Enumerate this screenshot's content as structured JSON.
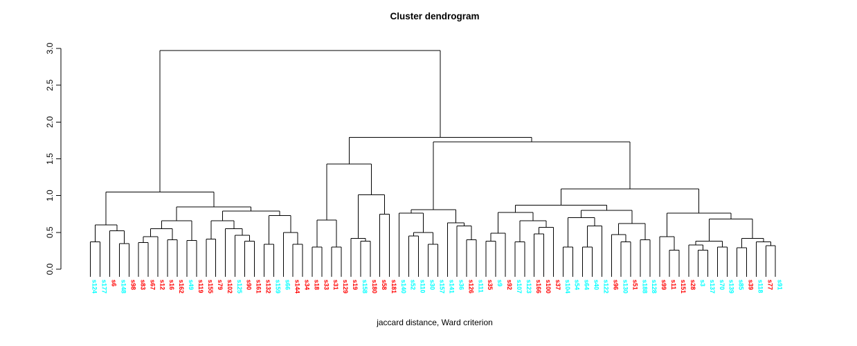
{
  "chart_data": {
    "type": "dendrogram",
    "title": "Cluster dendrogram",
    "xlabel": "jaccard distance, Ward criterion",
    "ylabel": "",
    "ylim": [
      0.0,
      3.0
    ],
    "y_ticks": [
      "0.0",
      "0.5",
      "1.0",
      "1.5",
      "2.0",
      "2.5",
      "3.0"
    ],
    "grid": false,
    "line_color": "#000000",
    "colors": {
      "cluster_a": "#00ffff",
      "cluster_b": "#ff0000"
    },
    "leaves": [
      {
        "label": "s124",
        "color": "#00ffff"
      },
      {
        "label": "s177",
        "color": "#00ffff"
      },
      {
        "label": "s6",
        "color": "#ff0000"
      },
      {
        "label": "s148",
        "color": "#00ffff"
      },
      {
        "label": "s98",
        "color": "#ff0000"
      },
      {
        "label": "s83",
        "color": "#ff0000"
      },
      {
        "label": "s67",
        "color": "#ff0000"
      },
      {
        "label": "s12",
        "color": "#ff0000"
      },
      {
        "label": "s16",
        "color": "#ff0000"
      },
      {
        "label": "s162",
        "color": "#ff0000"
      },
      {
        "label": "s49",
        "color": "#00ffff"
      },
      {
        "label": "s119",
        "color": "#ff0000"
      },
      {
        "label": "s155",
        "color": "#ff0000"
      },
      {
        "label": "s79",
        "color": "#ff0000"
      },
      {
        "label": "s102",
        "color": "#ff0000"
      },
      {
        "label": "s125",
        "color": "#00ffff"
      },
      {
        "label": "s90",
        "color": "#ff0000"
      },
      {
        "label": "s161",
        "color": "#ff0000"
      },
      {
        "label": "s132",
        "color": "#ff0000"
      },
      {
        "label": "s159",
        "color": "#00ffff"
      },
      {
        "label": "s66",
        "color": "#00ffff"
      },
      {
        "label": "s144",
        "color": "#ff0000"
      },
      {
        "label": "s34",
        "color": "#ff0000"
      },
      {
        "label": "s18",
        "color": "#ff0000"
      },
      {
        "label": "s33",
        "color": "#ff0000"
      },
      {
        "label": "s31",
        "color": "#ff0000"
      },
      {
        "label": "s129",
        "color": "#ff0000"
      },
      {
        "label": "s19",
        "color": "#ff0000"
      },
      {
        "label": "s158",
        "color": "#00ffff"
      },
      {
        "label": "s180",
        "color": "#ff0000"
      },
      {
        "label": "s58",
        "color": "#ff0000"
      },
      {
        "label": "s181",
        "color": "#ff0000"
      },
      {
        "label": "s140",
        "color": "#00ffff"
      },
      {
        "label": "s52",
        "color": "#00ffff"
      },
      {
        "label": "s110",
        "color": "#00ffff"
      },
      {
        "label": "s30",
        "color": "#00ffff"
      },
      {
        "label": "s157",
        "color": "#00ffff"
      },
      {
        "label": "s141",
        "color": "#00ffff"
      },
      {
        "label": "s36",
        "color": "#00ffff"
      },
      {
        "label": "s126",
        "color": "#ff0000"
      },
      {
        "label": "s111",
        "color": "#00ffff"
      },
      {
        "label": "s35",
        "color": "#ff0000"
      },
      {
        "label": "s9",
        "color": "#00ffff"
      },
      {
        "label": "s92",
        "color": "#ff0000"
      },
      {
        "label": "s107",
        "color": "#00ffff"
      },
      {
        "label": "s123",
        "color": "#00ffff"
      },
      {
        "label": "s166",
        "color": "#ff0000"
      },
      {
        "label": "s100",
        "color": "#ff0000"
      },
      {
        "label": "s37",
        "color": "#ff0000"
      },
      {
        "label": "s104",
        "color": "#00ffff"
      },
      {
        "label": "s54",
        "color": "#00ffff"
      },
      {
        "label": "s64",
        "color": "#00ffff"
      },
      {
        "label": "s40",
        "color": "#00ffff"
      },
      {
        "label": "s122",
        "color": "#00ffff"
      },
      {
        "label": "s96",
        "color": "#ff0000"
      },
      {
        "label": "s130",
        "color": "#00ffff"
      },
      {
        "label": "s51",
        "color": "#ff0000"
      },
      {
        "label": "s188",
        "color": "#00ffff"
      },
      {
        "label": "s128",
        "color": "#00ffff"
      },
      {
        "label": "s99",
        "color": "#ff0000"
      },
      {
        "label": "s11",
        "color": "#ff0000"
      },
      {
        "label": "s151",
        "color": "#ff0000"
      },
      {
        "label": "s28",
        "color": "#ff0000"
      },
      {
        "label": "s3",
        "color": "#00ffff"
      },
      {
        "label": "s137",
        "color": "#00ffff"
      },
      {
        "label": "s70",
        "color": "#00ffff"
      },
      {
        "label": "s139",
        "color": "#00ffff"
      },
      {
        "label": "s85",
        "color": "#00ffff"
      },
      {
        "label": "s39",
        "color": "#ff0000"
      },
      {
        "label": "s118",
        "color": "#00ffff"
      },
      {
        "label": "s77",
        "color": "#ff0000"
      },
      {
        "label": "s91",
        "color": "#00ffff"
      }
    ],
    "tree": [
      2.97,
      [
        1.05,
        [
          0.6,
          [
            0.37,
            "s124",
            "s177"
          ],
          [
            0.52,
            "s6",
            [
              0.35,
              "s148",
              "s98"
            ]
          ]
        ],
        [
          0.845,
          [
            0.66,
            [
              0.55,
              [
                0.44,
                [
                  0.36,
                  "s83",
                  "s67"
                ],
                "s12"
              ],
              [
                0.4,
                "s16",
                "s162"
              ]
            ],
            [
              0.39,
              "s49",
              "s119"
            ]
          ],
          [
            0.79,
            [
              0.66,
              [
                0.41,
                "s155",
                "s79"
              ],
              [
                0.55,
                "s102",
                [
                  0.46,
                  "s125",
                  [
                    0.38,
                    "s90",
                    "s161"
                  ]
                ]
              ]
            ],
            [
              0.73,
              [
                0.34,
                "s132",
                "s159"
              ],
              [
                0.5,
                "s66",
                [
                  0.34,
                  "s144",
                  "s34"
                ]
              ]
            ]
          ]
        ]
      ],
      [
        1.79,
        [
          1.43,
          [
            0.67,
            [
              0.3,
              "s18",
              "s33"
            ],
            [
              0.3,
              "s31",
              "s129"
            ]
          ],
          [
            1.01,
            [
              0.42,
              "s19",
              [
                0.38,
                "s158",
                "s180"
              ]
            ],
            [
              0.75,
              "s58",
              "s181"
            ]
          ]
        ],
        [
          1.73,
          [
            0.81,
            [
              0.76,
              "s140",
              [
                0.5,
                [
                  0.45,
                  "s52",
                  "s110"
                ],
                [
                  0.34,
                  "s30",
                  "s157"
                ]
              ]
            ],
            [
              0.63,
              "s141",
              [
                0.59,
                "s36",
                [
                  0.4,
                  "s126",
                  "s111"
                ]
              ]
            ]
          ],
          [
            1.09,
            [
              0.87,
              [
                0.77,
                [
                  0.49,
                  [
                    0.38,
                    "s35",
                    "s9"
                  ],
                  "s92"
                ],
                [
                  0.66,
                  [
                    0.37,
                    "s107",
                    "s123"
                  ],
                  [
                    0.57,
                    [
                      0.48,
                      "s166",
                      "s100"
                    ],
                    "s37"
                  ]
                ]
              ],
              [
                0.8,
                [
                  0.7,
                  [
                    0.3,
                    "s104",
                    "s54"
                  ],
                  [
                    0.59,
                    [
                      0.3,
                      "s64",
                      "s40"
                    ],
                    "s122"
                  ]
                ],
                [
                  0.62,
                  [
                    0.47,
                    "s96",
                    [
                      0.37,
                      "s130",
                      "s51"
                    ]
                  ],
                  [
                    0.4,
                    "s188",
                    "s128"
                  ]
                ]
              ]
            ],
            [
              0.76,
              [
                0.44,
                "s99",
                [
                  0.26,
                  "s11",
                  "s151"
                ]
              ],
              [
                0.68,
                [
                  0.38,
                  [
                    0.33,
                    "s28",
                    [
                      0.26,
                      "s3",
                      "s137"
                    ]
                  ],
                  [
                    0.3,
                    "s70",
                    "s139"
                  ]
                ],
                [
                  0.42,
                  [
                    0.29,
                    "s85",
                    "s39"
                  ],
                  [
                    0.37,
                    "s118",
                    [
                      0.32,
                      "s77",
                      "s91"
                    ]
                  ]
                ]
              ]
            ]
          ]
        ]
      ]
    ]
  }
}
